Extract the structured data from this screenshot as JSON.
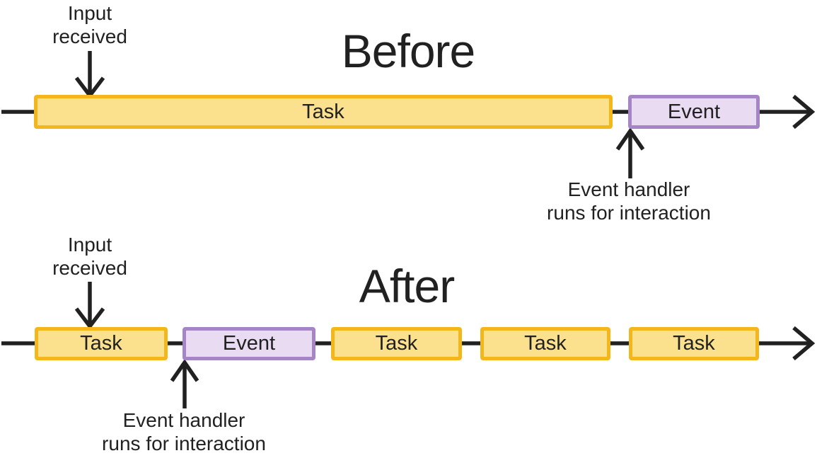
{
  "colors": {
    "background": "#ffffff",
    "line": "#212121",
    "text": "#212121",
    "task_fill": "#FBE18E",
    "task_border": "#F3B71B",
    "event_fill": "#E9DCF2",
    "event_border": "#A685C6"
  },
  "before": {
    "title": "Before",
    "input_note": {
      "line1": "Input",
      "line2": "received"
    },
    "handler_note": {
      "line1": "Event handler",
      "line2": "runs for interaction"
    },
    "segments": [
      {
        "type": "task",
        "label": "Task"
      },
      {
        "type": "event",
        "label": "Event"
      }
    ]
  },
  "after": {
    "title": "After",
    "input_note": {
      "line1": "Input",
      "line2": "received"
    },
    "handler_note": {
      "line1": "Event handler",
      "line2": "runs for interaction"
    },
    "segments": [
      {
        "type": "task",
        "label": "Task"
      },
      {
        "type": "event",
        "label": "Event"
      },
      {
        "type": "task",
        "label": "Task"
      },
      {
        "type": "task",
        "label": "Task"
      },
      {
        "type": "task",
        "label": "Task"
      }
    ]
  }
}
